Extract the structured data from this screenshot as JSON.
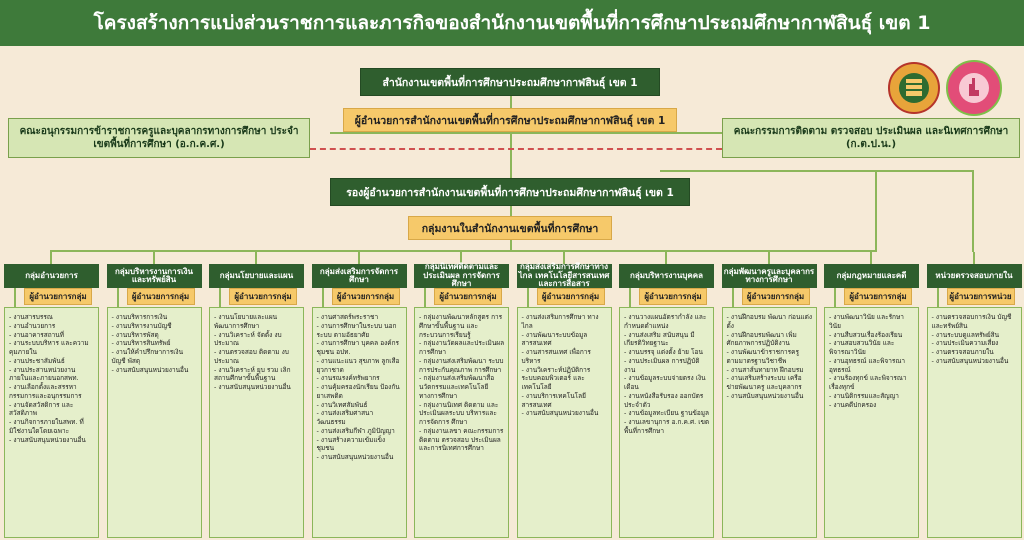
{
  "title": "โครงสร้างการแบ่งส่วนราชการและภารกิจของสำนักงานเขตพื้นที่การศึกษาประถมศึกษากาฬสินธุ์ เขต 1",
  "office": "สำนักงานเขตพื้นที่การศึกษาประถมศึกษากาฬสินธุ์ เขต 1",
  "director": "ผู้อำนวยการสำนักงานเขตพื้นที่การศึกษาประถมศึกษากาฬสินธุ์ เขต 1",
  "left_committee": "คณะอนุกรรมการข้าราชการครูและบุคลากรทางการศึกษา ประจำเขตพื้นที่การศึกษา (อ.ก.ค.ศ.)",
  "right_committee": "คณะกรรมการติดตาม ตรวจสอบ ประเมินผล และนิเทศการศึกษา (ก.ต.ป.น.)",
  "deputy": "รองผู้อำนวยการสำนักงานเขตพื้นที่การศึกษาประถมศึกษากาฬสินธุ์ เขต 1",
  "internal": "กลุ่มงานในสำนักงานเขตพื้นที่การศึกษา",
  "colors": {
    "banner": "#3e7a3a",
    "dark": "#2f5e2e",
    "yellow": "#f6c96a",
    "light": "#d6e6b4",
    "dash": "#d05050"
  },
  "groups": [
    {
      "name": "กลุ่มอำนวยการ",
      "head": "ผู้อำนวยการกลุ่ม",
      "tasks": [
        "งานสารบรรณ",
        "งานอำนวยการ",
        "งานอาคารสถานที่",
        "งานระบบบริหาร และความคุมภายใน",
        "งานประชาสัมพันธ์",
        "งานประสานหน่วยงาน ภายในและภายนอกสพท.",
        "งานเลือกตั้งและสรรหา กรรมการและอนุกรรมการ",
        "งานจัดสวัสดิการ และสวัสดิภาพ",
        "งานกิจการภายในสพท. ที่มิใช่งานใดโดยเฉพาะ",
        "งานสนับสนุนหน่วยงานอื่น"
      ]
    },
    {
      "name": "กลุ่มบริหารงานการเงิน และทรัพย์สิน",
      "head": "ผู้อำนวยการกลุ่ม",
      "tasks": [
        "งานบริหารการเงิน",
        "งานบริหารงานบัญชี",
        "งานบริหารพัสดุ",
        "งานบริหารสินทรัพย์",
        "งานให้คำปรึกษาการเงิน บัญชี พัสดุ",
        "งานสนับสนุนหน่วยงานอื่น"
      ]
    },
    {
      "name": "กลุ่มนโยบายและแผน",
      "head": "ผู้อำนวยการกลุ่ม",
      "tasks": [
        "งานนโยบายและแผน พัฒนาการศึกษา",
        "งานวิเคราะห์ จัดตั้ง งบประมาณ",
        "งานตรวจสอบ ติดตาม งบประมาณ",
        "งานวิเคราะห์ ยุบ รวม เลิก สถานศึกษาขั้นพื้นฐาน",
        "งานสนับสนุนหน่วยงานอื่น"
      ]
    },
    {
      "name": "กลุ่มส่งเสริมการจัดการศึกษา",
      "head": "ผู้อำนวยการกลุ่ม",
      "tasks": [
        "งานศาสตร์พระราชา",
        "งานการศึกษาในระบบ นอกระบบ ตามอัธยาศัย",
        "งานการศึกษา บุคคล องค์กรชุมชน อปท.",
        "งานแนะแนว สุขภาพ ลูกเสือ ยุวกาชาด",
        "งานรณรงค์ทรัพยากร",
        "งานคุ้มครองนักเรียน ป้องกันยาเสพติด",
        "งานวิเทศสัมพันธ์",
        "งานส่งเสริมศาสนา วัฒนธรรม",
        "งานส่งเสริมกีฬา ภูมิปัญญา",
        "งานสร้างความเข้มแข็ง ชุมชน",
        "งานสนับสนุนหน่วยงานอื่น"
      ]
    },
    {
      "name": "กลุ่มนิเทศติดตามและประเมินผล การจัดการศึกษา",
      "head": "ผู้อำนวยการกลุ่ม",
      "tasks": [
        "กลุ่มงานพัฒนาหลักสูตร การศึกษาขั้นพื้นฐาน และกระบวนการเรียนรู้",
        "กลุ่มงานวัดผลและประเมินผล การศึกษา",
        "กลุ่มงานส่งเสริมพัฒนา ระบบการประกันคุณภาพ การศึกษา",
        "กลุ่มงานส่งเสริมพัฒนาสื่อ นวัตกรรมและเทคโนโลยี ทางการศึกษา",
        "กลุ่มงานนิเทศ ติดตาม และประเมินผลระบบ บริหารและการจัดการ ศึกษา",
        "กลุ่มงานเลขา คณะกรรมการ ติดตาม ตรวจสอบ ประเมินผล และการนิเทศการศึกษา"
      ]
    },
    {
      "name": "กลุ่มส่งเสริมการศึกษาทางไกล เทคโนโลยีสารสนเทศและการสื่อสาร",
      "head": "ผู้อำนวยการกลุ่ม",
      "tasks": [
        "งานส่งเสริมการศึกษา ทางไกล",
        "งานพัฒนาระบบข้อมูล สารสนเทศ",
        "งานสารสนเทศ เพื่อการบริหาร",
        "งานวิเคราะห์ปฏิบัติการ ระบบคอมพิวเตอร์ และเทคโนโลยี",
        "งานบริการเทคโนโลยี สารสนเทศ",
        "งานสนับสนุนหน่วยงานอื่น"
      ]
    },
    {
      "name": "กลุ่มบริหารงานบุคคล",
      "head": "ผู้อำนวยการกลุ่ม",
      "tasks": [
        "งานวางแผนอัตรากำลัง และกำหนดตำแหน่ง",
        "งานส่งเสริม สนับสนุน มีเกียรติวิทยฐานะ",
        "งานบรรจุ แต่งตั้ง ย้าย โอน",
        "งานประเมินผล การปฏิบัติงาน",
        "งานข้อมูลระบบจ่ายตรง เงินเดือน",
        "งานหนังสือรับรอง ออกบัตรประจำตัว",
        "งานข้อมูลทะเบียน ฐานข้อมูล",
        "งานเลขานุการ อ.ก.ค.ศ. เขตพื้นที่การศึกษา"
      ]
    },
    {
      "name": "กลุ่มพัฒนาครูและบุคลากร ทางการศึกษา",
      "head": "ผู้อำนวยการกลุ่ม",
      "tasks": [
        "งานฝึกอบรม พัฒนา ก่อนแต่งตั้ง",
        "งานฝึกอบรมพัฒนา เพิ่มศักยภาพการปฏิบัติงาน",
        "งานพัฒนาข้าราชการครู ตามมาตรฐานวิชาชีพ",
        "งานสาส์นทายาท ฝึกอบรม",
        "งานเสริมสร้างระบบ เครือข่ายพัฒนาครู และบุคลากร",
        "งานสนับสนุนหน่วยงานอื่น"
      ]
    },
    {
      "name": "กลุ่มกฎหมายและคดี",
      "head": "ผู้อำนวยการกลุ่ม",
      "tasks": [
        "งานพัฒนาวินัย และรักษาวินัย",
        "งานสืบสวนเรื่องร้องเรียน",
        "งานสอบสวนวินัย และพิจารณาวินัย",
        "งานอุทธรณ์ และพิจารณาอุทธรณ์",
        "งานร้องทุกข์ และพิจารณาเรื่องทุกข์",
        "งานนิติกรรมและสัญญา",
        "งานคดีปกครอง"
      ]
    },
    {
      "name": "หน่วยตรวจสอบภายใน",
      "head": "ผู้อำนวยการหน่วย",
      "tasks": [
        "งานตรวจสอบการเงิน บัญชี และทรัพย์สิน",
        "งานระบบดูแลทรัพย์สิน",
        "งานประเมินความเสี่ยง",
        "งานตรวจสอบภายใน",
        "งานสนับสนุนหน่วยงานอื่น"
      ]
    }
  ]
}
